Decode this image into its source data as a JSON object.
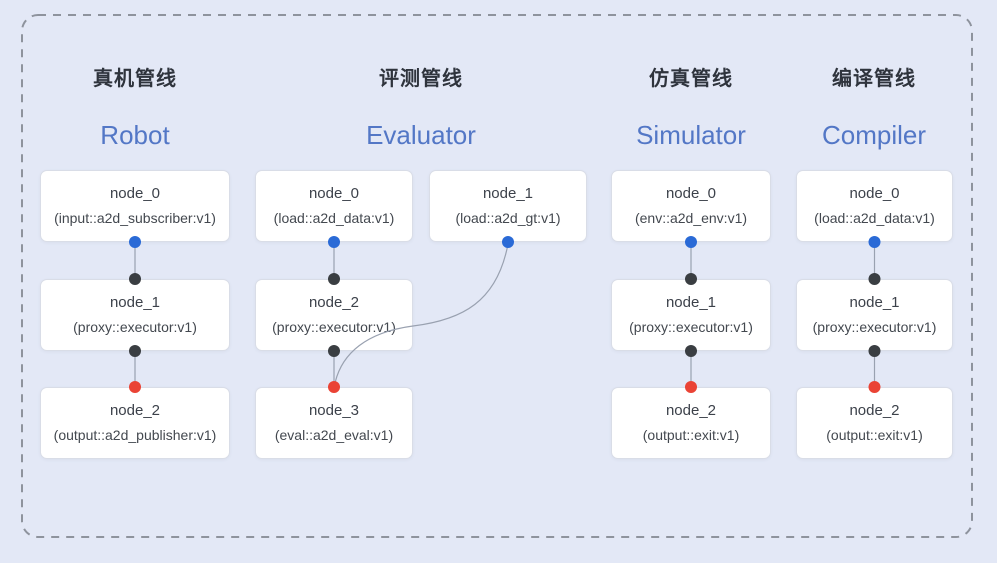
{
  "pipelines": [
    {
      "title_zh": "真机管线",
      "title_en": "Robot",
      "nodes": [
        {
          "name": "node_0",
          "type": "(input::a2d_subscriber:v1)"
        },
        {
          "name": "node_1",
          "type": "(proxy::executor:v1)"
        },
        {
          "name": "node_2",
          "type": "(output::a2d_publisher:v1)"
        }
      ]
    },
    {
      "title_zh": "评测管线",
      "title_en": "Evaluator",
      "nodes": [
        {
          "name": "node_0",
          "type": "(load::a2d_data:v1)"
        },
        {
          "name": "node_1",
          "type": "(load::a2d_gt:v1)"
        },
        {
          "name": "node_2",
          "type": "(proxy::executor:v1)"
        },
        {
          "name": "node_3",
          "type": "(eval::a2d_eval:v1)"
        }
      ]
    },
    {
      "title_zh": "仿真管线",
      "title_en": "Simulator",
      "nodes": [
        {
          "name": "node_0",
          "type": "(env::a2d_env:v1)"
        },
        {
          "name": "node_1",
          "type": "(proxy::executor:v1)"
        },
        {
          "name": "node_2",
          "type": "(output::exit:v1)"
        }
      ]
    },
    {
      "title_zh": "编译管线",
      "title_en": "Compiler",
      "nodes": [
        {
          "name": "node_0",
          "type": "(load::a2d_data:v1)"
        },
        {
          "name": "node_1",
          "type": "(proxy::executor:v1)"
        },
        {
          "name": "node_2",
          "type": "(output::exit:v1)"
        }
      ]
    }
  ],
  "colors": {
    "background": "#e3e8f6",
    "boundary_dash": "#8e939d",
    "title_en_blue": "#5377c6",
    "output_port_blue": "#2a6ad6",
    "input_port_dark": "#3a3e42",
    "sink_port_red": "#ea4335",
    "edge_gray": "#99a1b0",
    "node_fill": "#ffffff",
    "node_border": "#d9dde7"
  }
}
